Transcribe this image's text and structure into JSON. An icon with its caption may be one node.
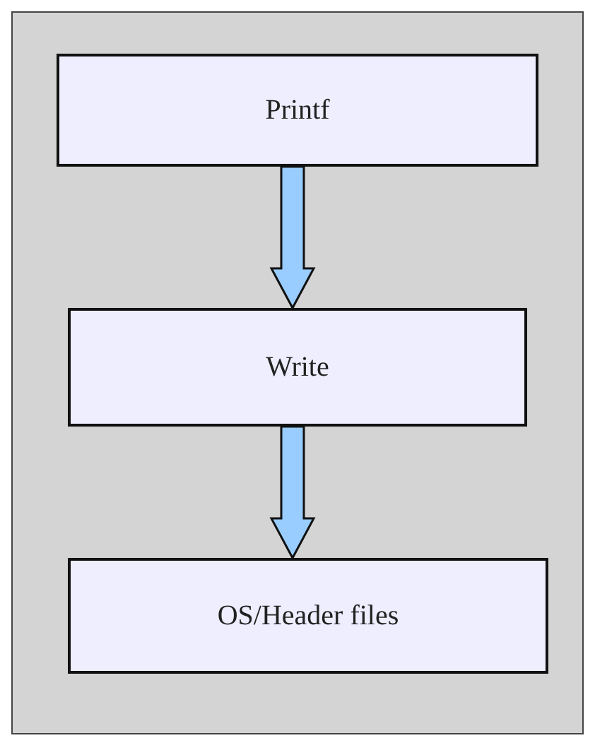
{
  "diagram": {
    "nodes": [
      {
        "text": [
          "Printf"
        ]
      },
      {
        "text": [
          "Write"
        ]
      },
      {
        "text": [
          "OS/Header files"
        ]
      }
    ],
    "edges": [
      {
        "from": 0,
        "to": 1,
        "arrow": "to"
      },
      {
        "from": 1,
        "to": 2,
        "arrow": "to"
      }
    ]
  }
}
